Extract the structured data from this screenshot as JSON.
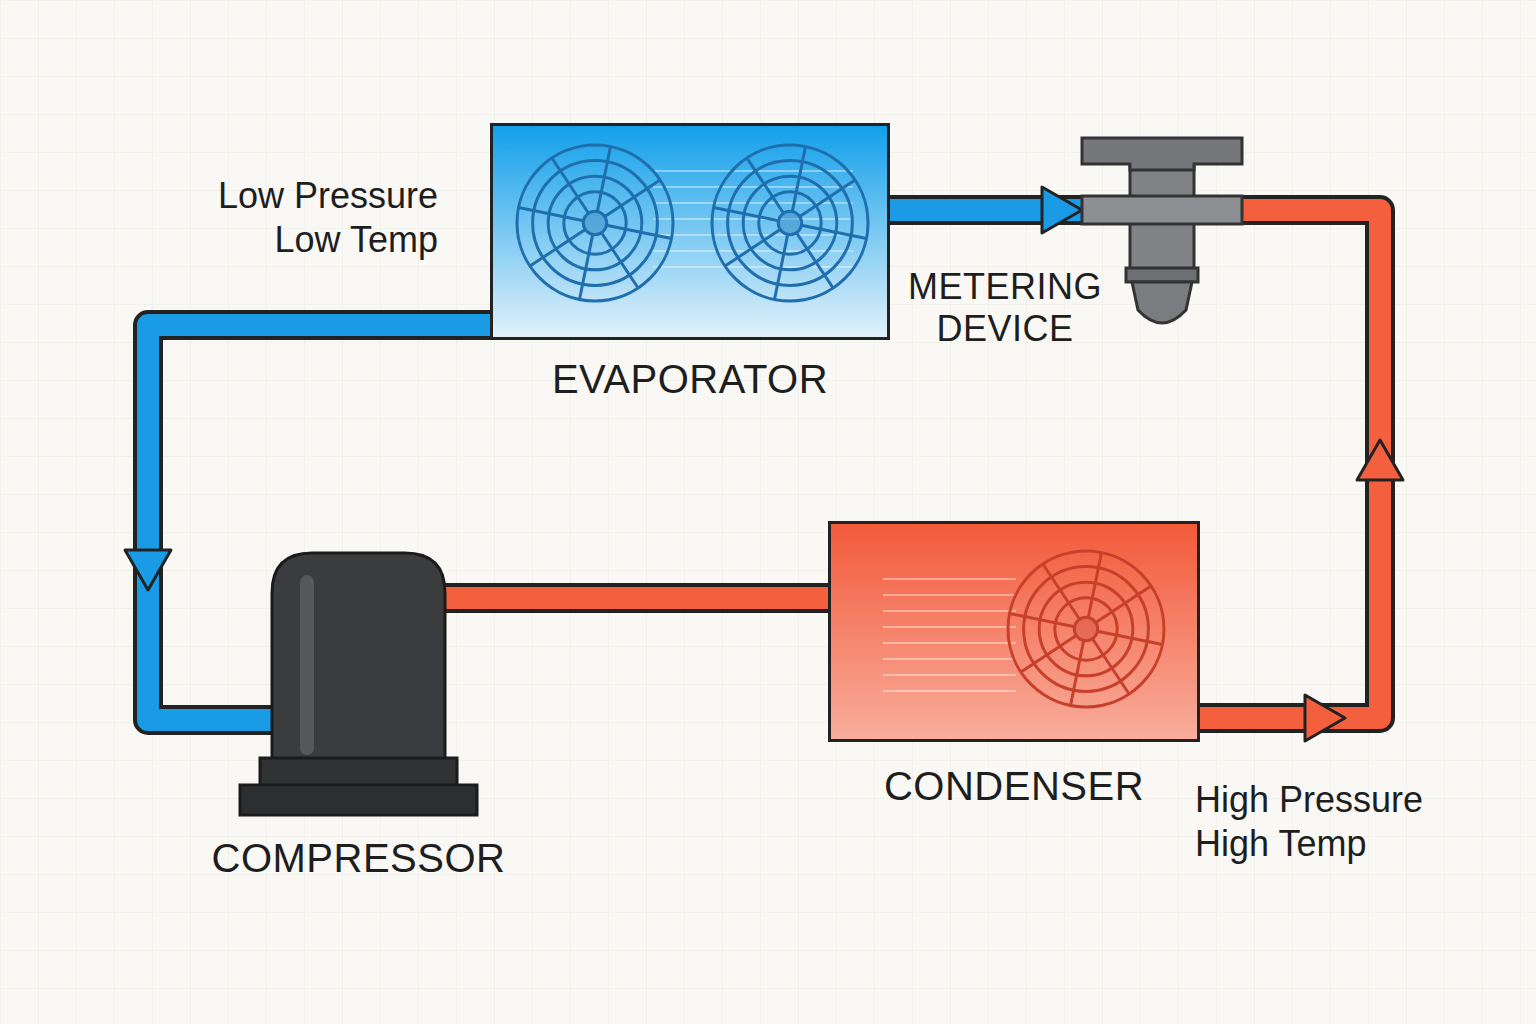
{
  "diagram": {
    "nodes": [
      {
        "text": [
          "EVAPORATOR"
        ]
      },
      {
        "text": [
          "METERING DEVICE"
        ]
      },
      {
        "text": [
          "COMPRESSOR"
        ]
      },
      {
        "text": [
          "CONDENSER"
        ]
      }
    ],
    "edges": [
      {
        "from": 0,
        "to": 1,
        "arrow": "to"
      },
      {
        "from": 3,
        "to": 1,
        "arrow": "to"
      },
      {
        "from": 0,
        "to": 2,
        "arrow": "to"
      },
      {
        "from": 2,
        "to": 3,
        "arrow": "none"
      }
    ],
    "labels": [
      "Low Pressure Low Temp",
      "High Pressure High Temp"
    ]
  }
}
